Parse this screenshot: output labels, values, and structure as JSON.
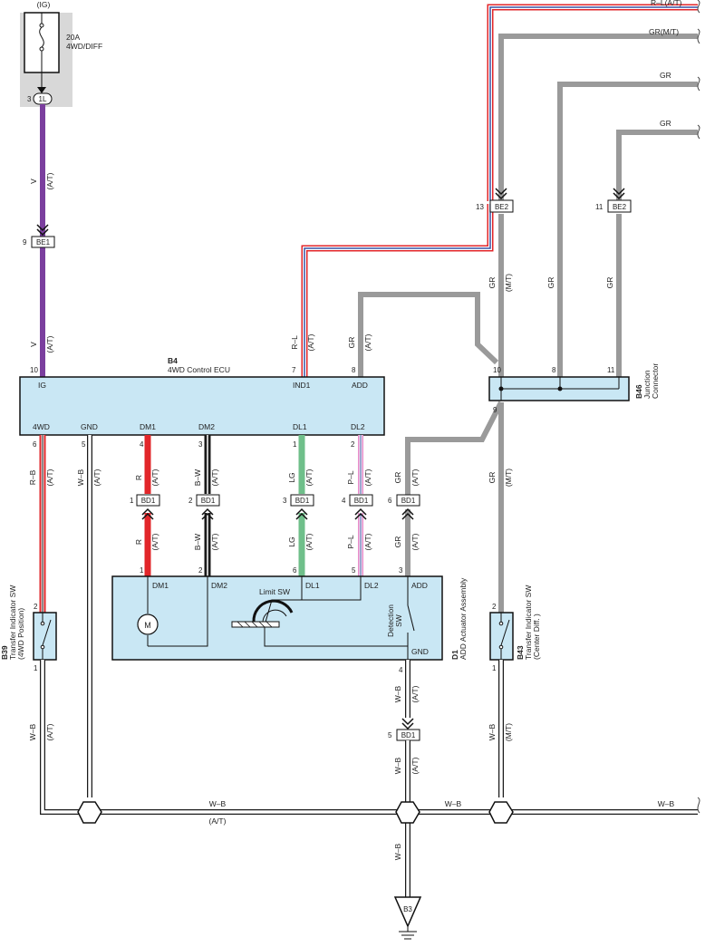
{
  "colors": {
    "violet": "#7b3f9e",
    "red": "#e2262a",
    "blue": "#3a52a3",
    "gray": "#9a9a9a",
    "green": "#6fbf8a",
    "black": "#1a1a1a",
    "pink": "#e58ac8",
    "box_fill": "#c9e7f4",
    "shade": "#d8d8d8"
  },
  "fuse": {
    "supply": "(IG)",
    "rating": "20A",
    "name": "4WD/DIFF",
    "connector": "1L",
    "pin": "3"
  },
  "be1": {
    "pin": "9",
    "label": "BE1",
    "wire_top": "V",
    "wire_top_cond": "(A/T)"
  },
  "ecu": {
    "id": "B4",
    "name": "4WD Control ECU",
    "top_pins": [
      {
        "num": "10",
        "name": "IG",
        "wire": "V",
        "cond": "(A/T)"
      },
      {
        "num": "7",
        "name": "IND1",
        "wire": "R–L",
        "cond": "(A/T)"
      },
      {
        "num": "8",
        "name": "ADD",
        "wire": "GR",
        "cond": "(A/T)"
      }
    ],
    "bottom_pins": [
      {
        "num": "6",
        "name": "4WD",
        "wire": "R–B",
        "cond": "(A/T)"
      },
      {
        "num": "5",
        "name": "GND",
        "wire": "W–B",
        "cond": "(A/T)"
      },
      {
        "num": "4",
        "name": "DM1",
        "wire": "R",
        "cond": "(A/T)"
      },
      {
        "num": "3",
        "name": "DM2",
        "wire": "B–W",
        "cond": "(A/T)"
      },
      {
        "num": "1",
        "name": "DL1",
        "wire": "LG",
        "cond": "(A/T)"
      },
      {
        "num": "2",
        "name": "DL2",
        "wire": "P–L",
        "cond": "(A/T)"
      }
    ]
  },
  "bd1": [
    {
      "pin": "1",
      "label": "BD1",
      "wire": "R",
      "cond": "(A/T)"
    },
    {
      "pin": "2",
      "label": "BD1",
      "wire": "B–W",
      "cond": "(A/T)"
    },
    {
      "pin": "3",
      "label": "BD1",
      "wire": "LG",
      "cond": "(A/T)"
    },
    {
      "pin": "4",
      "label": "BD1",
      "wire": "P–L",
      "cond": "(A/T)"
    },
    {
      "pin": "6",
      "label": "BD1",
      "wire": "GR",
      "cond": "(A/T)"
    },
    {
      "pin": "5",
      "label": "BD1",
      "wire": "W–B",
      "cond": "(A/T)"
    }
  ],
  "add_pre": {
    "wire": "GR",
    "cond": "(A/T)"
  },
  "actuator": {
    "id": "D1",
    "name": "ADD Actuator Assembly",
    "pins": [
      {
        "num": "1",
        "name": "DM1"
      },
      {
        "num": "2",
        "name": "DM2"
      },
      {
        "num": "6",
        "name": "DL1"
      },
      {
        "num": "5",
        "name": "DL2"
      },
      {
        "num": "3",
        "name": "ADD"
      },
      {
        "num": "4",
        "name": "GND"
      }
    ],
    "motor": "M",
    "limit_sw": "Limit SW",
    "detection_sw_1": "Detection",
    "detection_sw_2": "SW",
    "gnd_wire": "W–B",
    "gnd_cond": "(A/T)"
  },
  "junction": {
    "id": "B46",
    "name_1": "Junction",
    "name_2": "Connector",
    "pins": [
      "10",
      "8",
      "11",
      "9"
    ],
    "wire_10": "GR",
    "cond_10": "(M/T)",
    "wire_8": "GR",
    "wire_11": "GR",
    "wire_9": "GR",
    "cond_9": "(M/T)"
  },
  "be2": [
    {
      "pin": "13",
      "label": "BE2"
    },
    {
      "pin": "11",
      "label": "BE2"
    }
  ],
  "right_wires": [
    {
      "label": "R–L(A/T)"
    },
    {
      "label": "GR(M/T)"
    },
    {
      "label": "GR"
    },
    {
      "label": "GR"
    }
  ],
  "sw_b39": {
    "id": "B39",
    "name_1": "Transfer Indicator SW",
    "name_2": "(4WD Position)",
    "pin_top": "2",
    "pin_bot": "1",
    "wire": "W–B",
    "cond": "(A/T)"
  },
  "sw_b43": {
    "id": "B43",
    "name_1": "Transfer Indicator SW",
    "name_2": "(Center Diff. )",
    "pin_top": "2",
    "pin_bot": "1",
    "wire": "W–B",
    "cond": "(M/T)"
  },
  "ground_bus": {
    "wire_1": "W–B",
    "cond_1": "(A/T)",
    "wire_2": "W–B",
    "wire_3": "W–B",
    "wire_down": "W–B",
    "ground": "B3"
  }
}
